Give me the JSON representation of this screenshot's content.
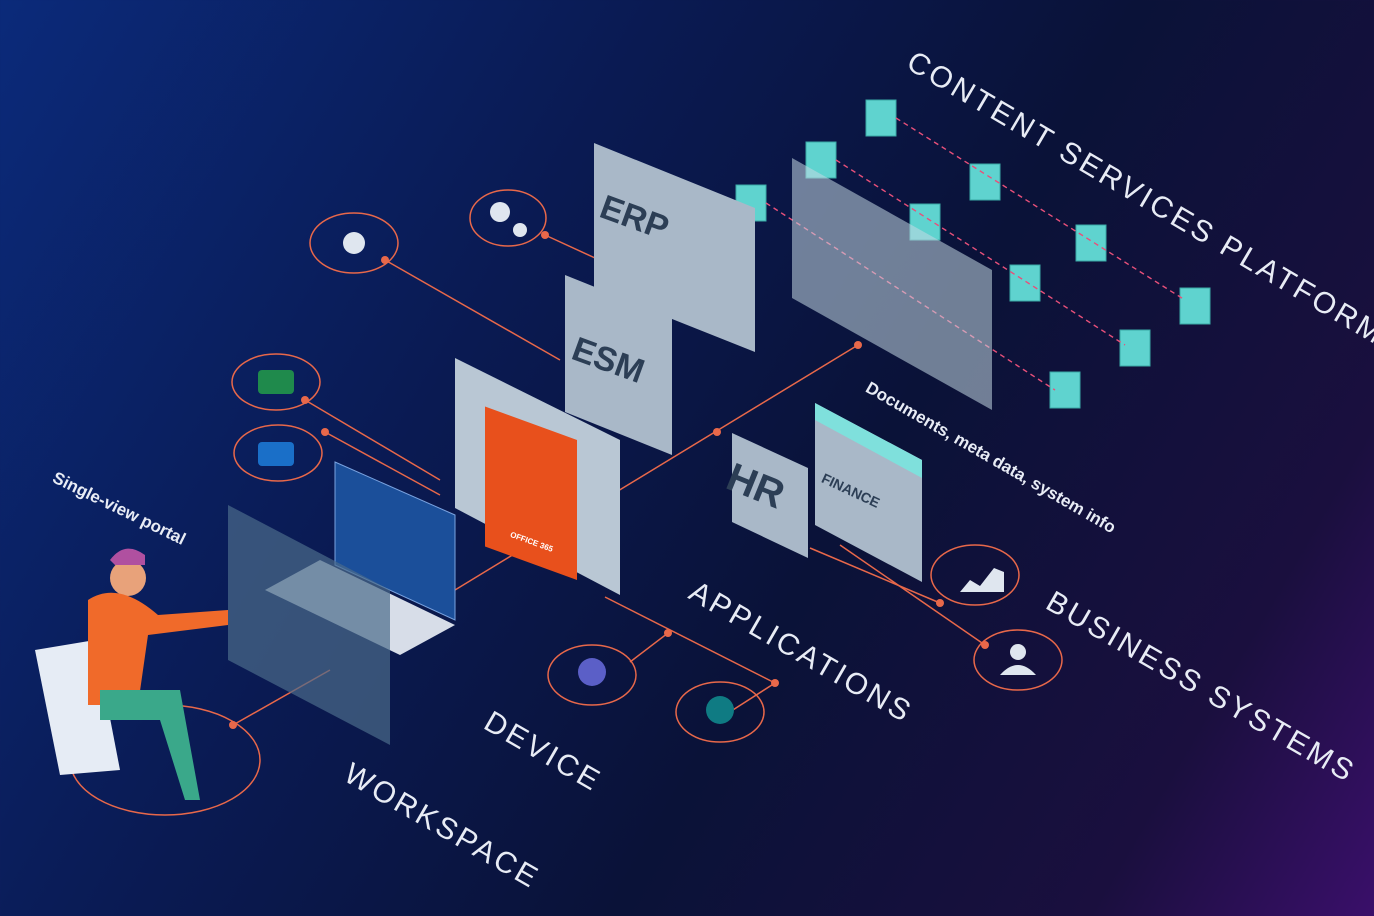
{
  "labels": {
    "content_services_platform": "CONTENT SERVICES PLATFORM",
    "documents_info": "Documents, meta data, system info",
    "business_systems": "BUSINESS SYSTEMS",
    "applications": "APPLICATIONS",
    "device": "DEVICE",
    "workspace": "WORKSPACE",
    "single_view_portal": "Single-view portal"
  },
  "panels": {
    "erp": "ERP",
    "esm": "ESM",
    "hr": "HR",
    "finance": "FINANCE",
    "office": "OFFICE 365"
  },
  "icons": [
    "gears-icon",
    "sync-icon",
    "excel-icon",
    "outlook-icon",
    "teams-icon",
    "sharepoint-icon",
    "chart-icon",
    "user-icon"
  ],
  "colors": {
    "accent": "#e8684a",
    "cube": "#5fd3cf",
    "panel": "#a9b8c8",
    "office": "#e8501c"
  }
}
